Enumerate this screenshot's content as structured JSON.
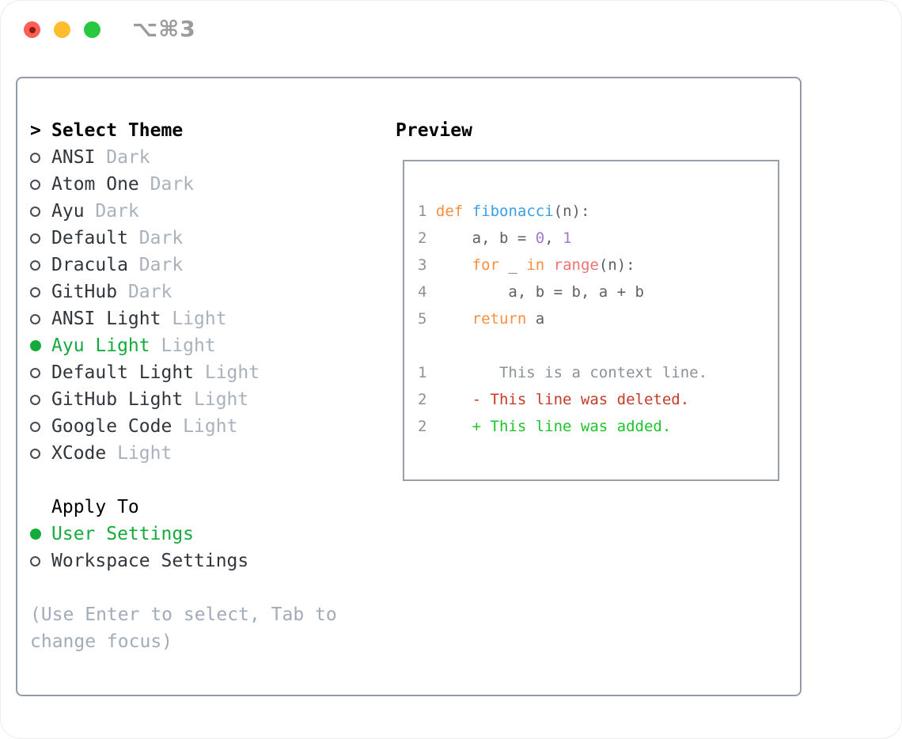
{
  "window": {
    "title": "⌥⌘3",
    "buttons": [
      "close",
      "minimize",
      "zoom"
    ]
  },
  "theme_picker": {
    "header": {
      "prefix": ">",
      "label": "Select Theme"
    },
    "items": [
      {
        "name": "ANSI",
        "variant": "Dark",
        "selected": false
      },
      {
        "name": "Atom One",
        "variant": "Dark",
        "selected": false
      },
      {
        "name": "Ayu",
        "variant": "Dark",
        "selected": false
      },
      {
        "name": "Default",
        "variant": "Dark",
        "selected": false
      },
      {
        "name": "Dracula",
        "variant": "Dark",
        "selected": false
      },
      {
        "name": "GitHub",
        "variant": "Dark",
        "selected": false
      },
      {
        "name": "ANSI Light",
        "variant": "Light",
        "selected": false
      },
      {
        "name": "Ayu Light",
        "variant": "Light",
        "selected": true
      },
      {
        "name": "Default Light",
        "variant": "Light",
        "selected": false
      },
      {
        "name": "GitHub Light",
        "variant": "Light",
        "selected": false
      },
      {
        "name": "Google Code",
        "variant": "Light",
        "selected": false
      },
      {
        "name": "XCode",
        "variant": "Light",
        "selected": false
      }
    ]
  },
  "apply_to": {
    "label": "Apply To",
    "options": [
      {
        "name": "User Settings",
        "selected": true
      },
      {
        "name": "Workspace Settings",
        "selected": false
      }
    ]
  },
  "hint": "(Use Enter to select, Tab to change focus)",
  "preview": {
    "label": "Preview",
    "code_lines": [
      {
        "num": "1",
        "tokens": [
          [
            " ",
            "plain"
          ],
          [
            "def",
            "keyword"
          ],
          [
            " ",
            "plain"
          ],
          [
            "fibonacci",
            "function"
          ],
          [
            "(n):",
            "plain"
          ]
        ]
      },
      {
        "num": "2",
        "tokens": [
          [
            "     a, b = ",
            "plain"
          ],
          [
            "0",
            "number"
          ],
          [
            ", ",
            "plain"
          ],
          [
            "1",
            "number"
          ]
        ]
      },
      {
        "num": "3",
        "tokens": [
          [
            "     ",
            "plain"
          ],
          [
            "for",
            "keyword"
          ],
          [
            " _ ",
            "plain"
          ],
          [
            "in",
            "keyword"
          ],
          [
            " ",
            "plain"
          ],
          [
            "range",
            "builtin"
          ],
          [
            "(n):",
            "plain"
          ]
        ]
      },
      {
        "num": "4",
        "tokens": [
          [
            "         a, b = b, a + b",
            "plain"
          ]
        ]
      },
      {
        "num": "5",
        "tokens": [
          [
            "     ",
            "plain"
          ],
          [
            "return",
            "keyword"
          ],
          [
            " a",
            "plain"
          ]
        ]
      },
      {
        "num": "",
        "tokens": []
      },
      {
        "num": "1",
        "tokens": [
          [
            "        This is a context line.",
            "context"
          ]
        ]
      },
      {
        "num": "2",
        "tokens": [
          [
            "     - This line was deleted.",
            "deleted"
          ]
        ]
      },
      {
        "num": "2",
        "tokens": [
          [
            "     + This line was added.",
            "added"
          ]
        ]
      }
    ]
  },
  "colors": {
    "selection_green": "#14ab3c",
    "line_number": "#8a9199",
    "tokens": {
      "keyword": "#fa8d3e",
      "function": "#399ee6",
      "number": "#a37acc",
      "builtin": "#f07171",
      "plain": "#5c6166",
      "context": "#8a9199",
      "deleted": "#c43c28",
      "added": "#1dc32b"
    }
  }
}
